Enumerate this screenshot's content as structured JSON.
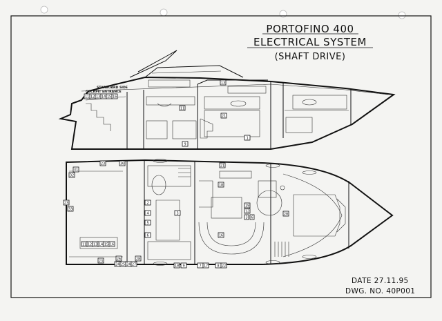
{
  "title": {
    "line1": "PORTOFINO 400",
    "line2": "ELECTRICAL SYSTEM",
    "line3": "(SHAFT DRIVE)"
  },
  "meta": {
    "date": "DATE 27.11.95",
    "dwg": "DWG. NO. 40P001"
  },
  "labels": {
    "starboard_side": "STARBOARD SIDE",
    "cockpit_entrance": "COCKPIT ENTRANCE"
  },
  "profile_tags": [
    "1",
    "9",
    "10",
    "11",
    "12",
    "13",
    "14",
    "15",
    "16",
    "18",
    "21"
  ],
  "plan_tags": [
    "2",
    "3",
    "4",
    "5",
    "6",
    "7",
    "8",
    "9",
    "10",
    "11",
    "12",
    "13",
    "14",
    "15",
    "16",
    "17",
    "18",
    "19",
    "20",
    "21",
    "22",
    "23",
    "24",
    "25",
    "26",
    "27",
    "28",
    "29",
    "30",
    "31",
    "32",
    "33"
  ]
}
